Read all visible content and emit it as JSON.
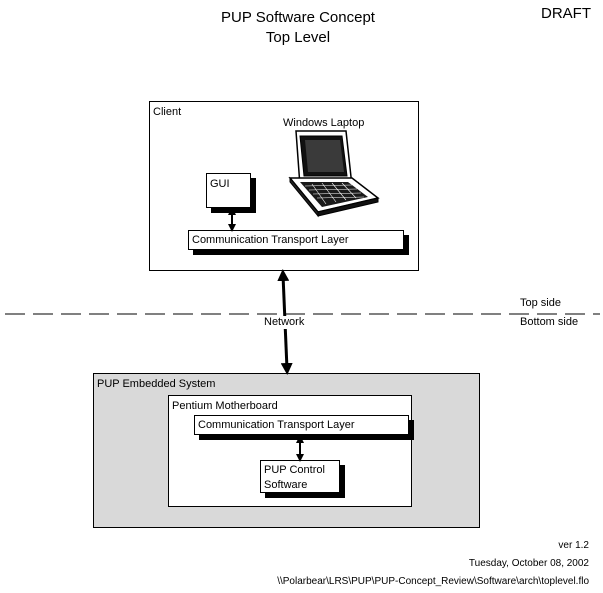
{
  "title": {
    "line1": "PUP Software Concept",
    "line2": "Top Level"
  },
  "draft_label": "DRAFT",
  "client": {
    "label": "Client",
    "laptop_label": "Windows Laptop",
    "gui_label": "GUI",
    "transport_label": "Communication Transport Layer"
  },
  "divider": {
    "top_label": "Top side",
    "bottom_label": "Bottom side",
    "network_label": "Network"
  },
  "embedded": {
    "label": "PUP Embedded System",
    "motherboard_label": "Pentium Motherboard",
    "transport_label": "Communication Transport Layer",
    "control_line1": "PUP Control",
    "control_line2": "Software"
  },
  "footer": {
    "version": "ver 1.2",
    "date": "Tuesday, October 08, 2002",
    "path": "\\\\Polarbear\\LRS\\PUP\\PUP-Concept_Review\\Software\\arch\\toplevel.flo"
  },
  "colors": {
    "embedded_fill": "#d9d9d9",
    "line": "#000000",
    "background": "#ffffff"
  }
}
